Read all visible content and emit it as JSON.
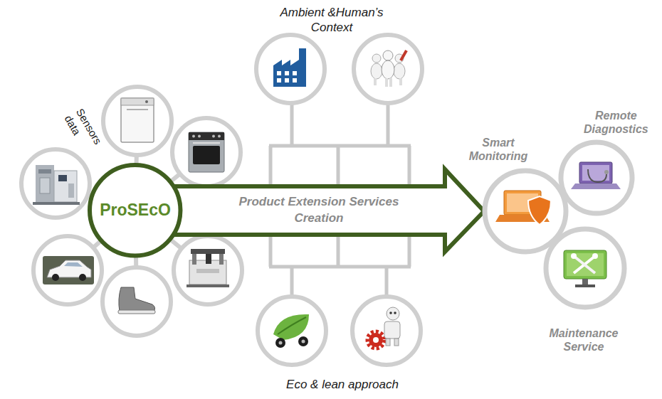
{
  "diagram": {
    "nodes": [
      {
        "text": [
          "ProSEcO"
        ]
      },
      {
        "text": [
          "Smart Monitoring"
        ]
      },
      {
        "text": [
          "Remote Diagnostics"
        ]
      },
      {
        "text": [
          "Maintenance Service"
        ]
      }
    ],
    "edges": [
      {
        "from": 0,
        "to": 1,
        "arrow": "to",
        "label": "Product Extension Services Creation"
      }
    ],
    "labels": [
      "Ambient &Human’s Context",
      "Sensors data",
      "Eco & lean approach"
    ]
  }
}
